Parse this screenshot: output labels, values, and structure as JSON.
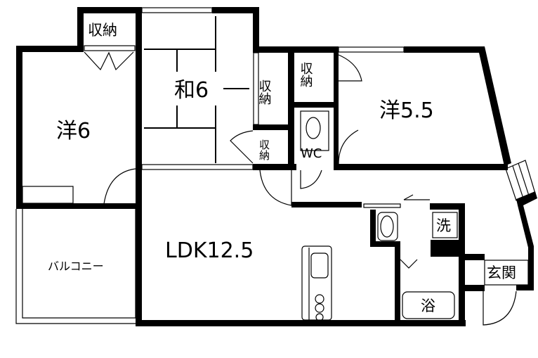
{
  "floor_plan": {
    "rooms": {
      "western_6": "洋6",
      "japanese_6": "和6",
      "western_5_5": "洋5.5",
      "ldk": "LDK12.5",
      "balcony": "バルコニー",
      "wc": "WC",
      "washroom": "洗",
      "entrance": "玄関",
      "bath": "浴"
    },
    "storage": [
      "収納",
      "収納",
      "収納",
      "収納"
    ]
  }
}
